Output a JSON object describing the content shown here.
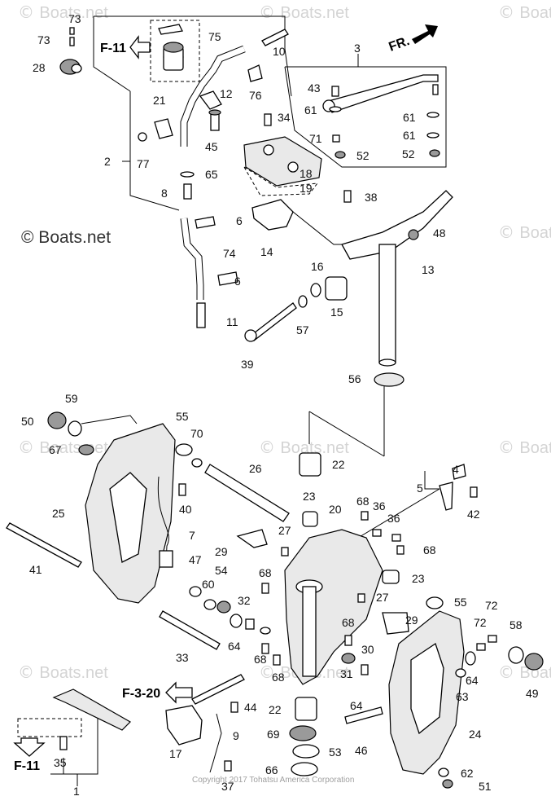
{
  "watermark": {
    "brand": "Boats.net",
    "brand_prominent": "© Boats.net",
    "copyright": "Copyright 2017 Tohatsu America Corporation"
  },
  "references": {
    "f11_top": "F-11",
    "f11_bottom": "F-11",
    "f320": "F-3-20",
    "front": "FR."
  },
  "callouts": {
    "p1": "1",
    "p2": "2",
    "p3": "3",
    "p4": "4",
    "p5": "5",
    "p6a": "6",
    "p6b": "6",
    "p7": "7",
    "p8": "8",
    "p9": "9",
    "p10": "10",
    "p11": "11",
    "p12": "12",
    "p13": "13",
    "p14": "14",
    "p15": "15",
    "p16": "16",
    "p17": "17",
    "p18": "18",
    "p19": "19",
    "p20": "20",
    "p21": "21",
    "p22a": "22",
    "p22b": "22",
    "p23a": "23",
    "p23b": "23",
    "p24": "24",
    "p25": "25",
    "p26": "26",
    "p27a": "27",
    "p27b": "27",
    "p28": "28",
    "p29a": "29",
    "p29b": "29",
    "p30": "30",
    "p31": "31",
    "p32": "32",
    "p33": "33",
    "p34": "34",
    "p35": "35",
    "p36a": "36",
    "p36b": "36",
    "p37": "37",
    "p38": "38",
    "p39": "39",
    "p40": "40",
    "p41": "41",
    "p42": "42",
    "p43": "43",
    "p44": "44",
    "p45": "45",
    "p46": "46",
    "p47": "47",
    "p48": "48",
    "p49": "49",
    "p50": "50",
    "p51": "51",
    "p52a": "52",
    "p52b": "52",
    "p53": "53",
    "p54": "54",
    "p55a": "55",
    "p55b": "55",
    "p56": "56",
    "p57": "57",
    "p58": "58",
    "p59": "59",
    "p60": "60",
    "p61a": "61",
    "p61b": "61",
    "p61c": "61",
    "p62": "62",
    "p63": "63",
    "p64a": "64",
    "p64b": "64",
    "p64c": "64",
    "p65": "65",
    "p66": "66",
    "p67": "67",
    "p68a": "68",
    "p68b": "68",
    "p68c": "68",
    "p68d": "68",
    "p68e": "68",
    "p68f": "68",
    "p69": "69",
    "p70": "70",
    "p71": "71",
    "p72a": "72",
    "p72b": "72",
    "p73a": "73",
    "p73b": "73",
    "p74": "74",
    "p75": "75",
    "p76": "76",
    "p77": "77"
  }
}
